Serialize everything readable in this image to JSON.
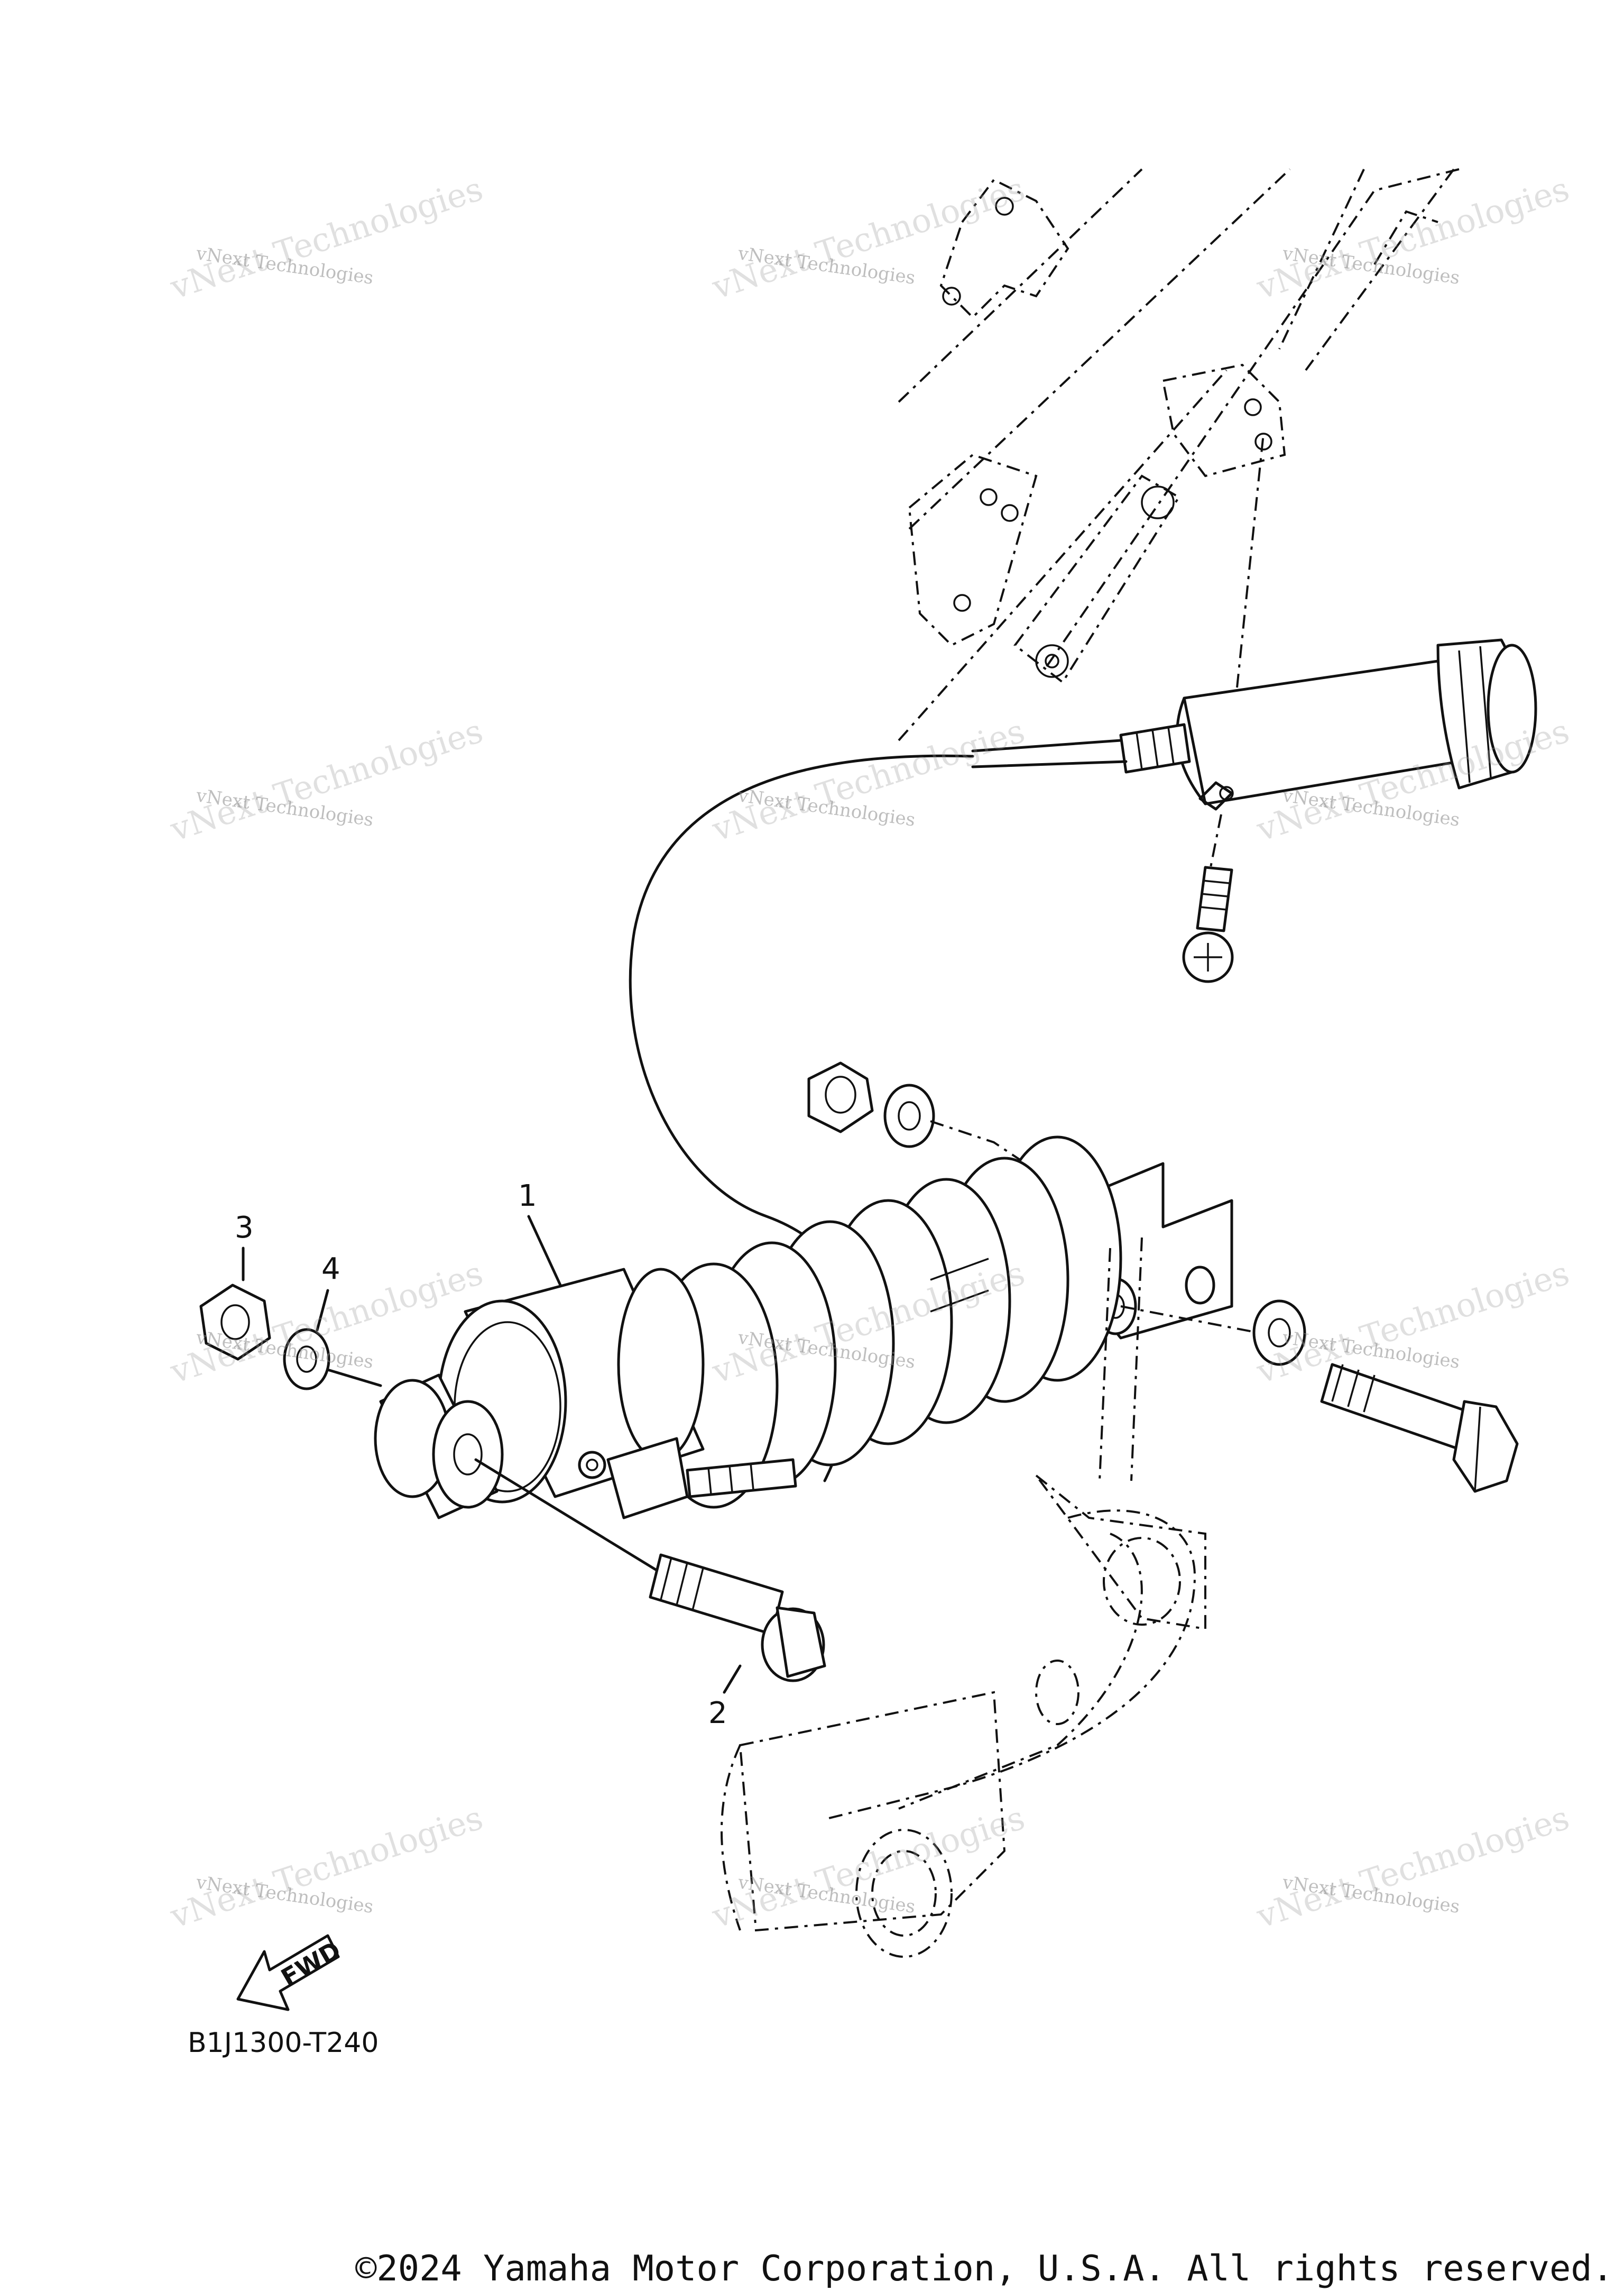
{
  "callouts": [
    {
      "label": "1"
    },
    {
      "label": "2"
    },
    {
      "label": "3"
    },
    {
      "label": "4"
    }
  ],
  "diagram_code": "B1J1300-T240",
  "fwd_label": "FWD",
  "watermark": {
    "line1": "vNext Technologies",
    "line2": "vNext Technologies"
  },
  "copyright": "©2024 Yamaha Motor Corporation, U.S.A. All rights reserved."
}
